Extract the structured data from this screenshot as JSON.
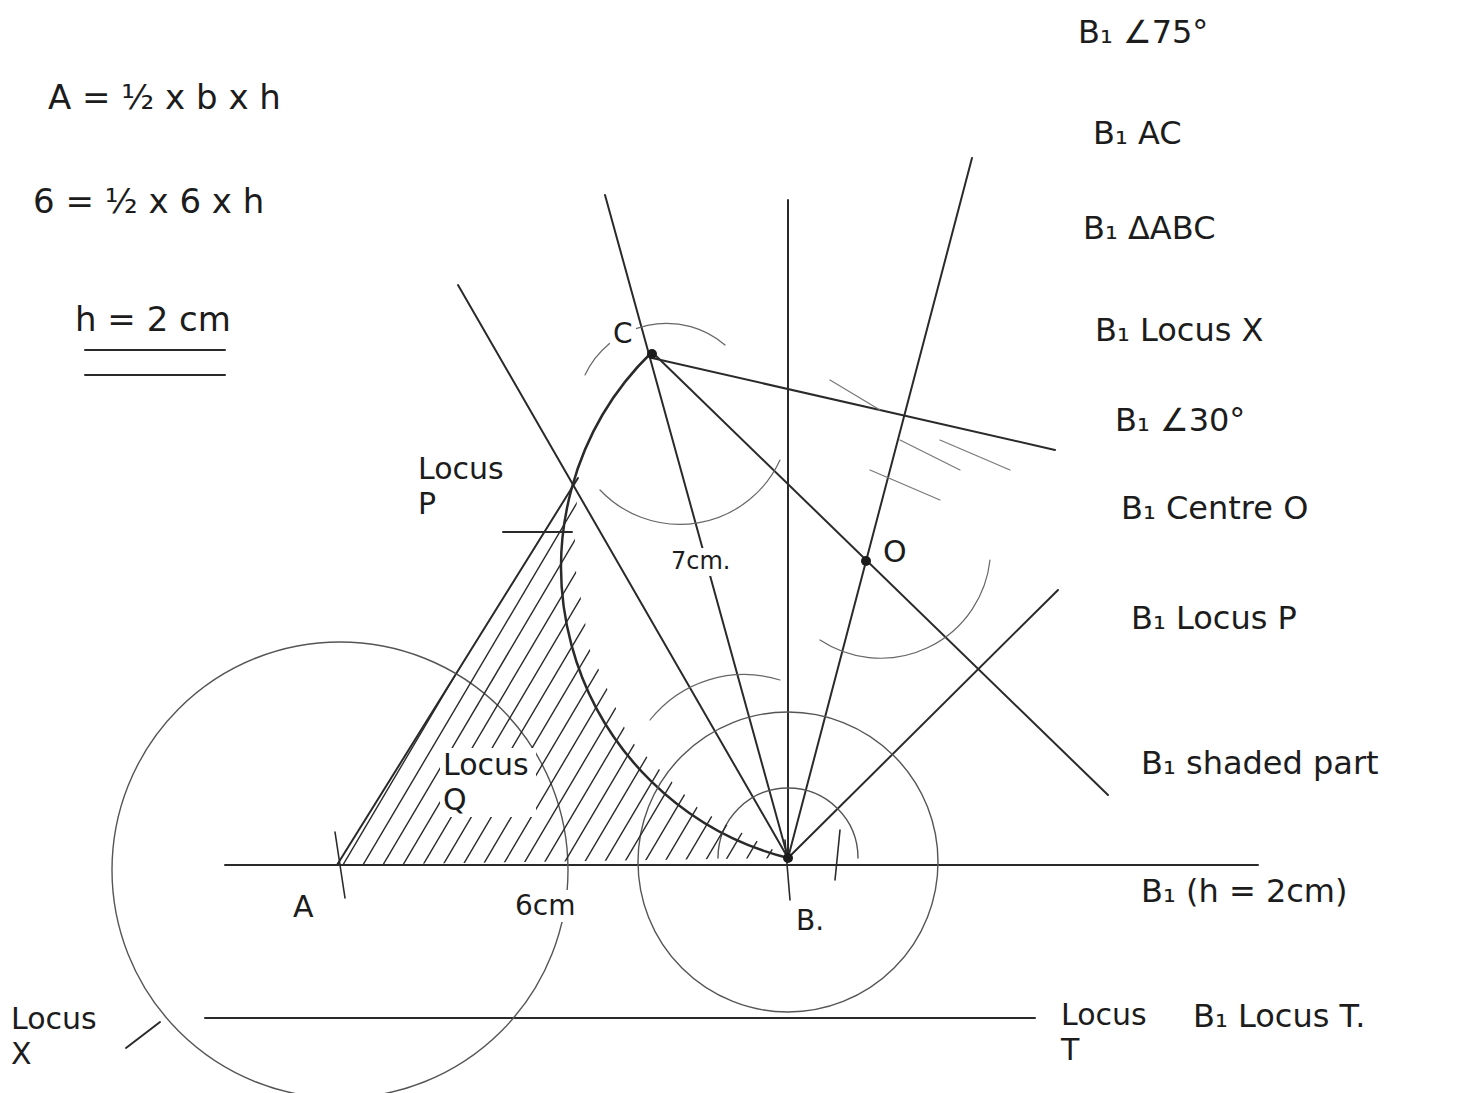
{
  "diagram": {
    "labels": [
      "A = ½ x b x h",
      "6 = ½ x 6 x h",
      "h = 2 cm",
      "B₁ ∠75°",
      "B₁ AC",
      "B₁ ΔABC",
      "B₁ Locus X",
      "B₁ ∠30°",
      "B₁ Centre O",
      "B₁ Locus P",
      "B₁ shaded part",
      "B₁ (h = 2cm)",
      "Locus T",
      "B₁ Locus T.",
      "C",
      "Locus P",
      "7cm.",
      "O",
      "Locus Q",
      "A",
      "6cm",
      "B.",
      "Locus X"
    ]
  }
}
